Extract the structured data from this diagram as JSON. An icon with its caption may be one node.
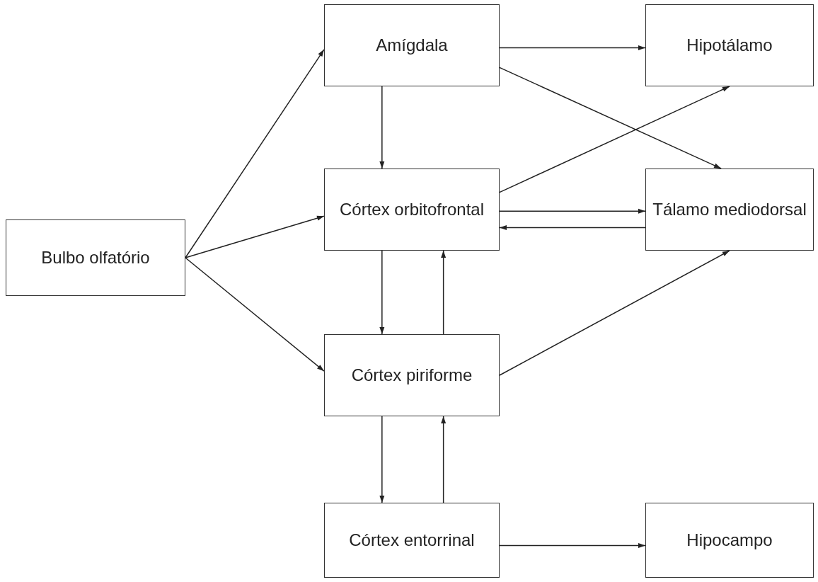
{
  "diagram": {
    "nodes": [
      {
        "text": [
          "Bulbo olfatório"
        ]
      },
      {
        "text": [
          "Amígdala"
        ]
      },
      {
        "text": [
          "Hipotálamo"
        ]
      },
      {
        "text": [
          "Córtex orbitofrontal"
        ]
      },
      {
        "text": [
          "Tálamo mediodorsal"
        ]
      },
      {
        "text": [
          "Córtex piriforme"
        ]
      },
      {
        "text": [
          "Córtex entorrinal"
        ]
      },
      {
        "text": [
          "Hipocampo"
        ]
      }
    ],
    "edges": [
      {
        "from": 0,
        "to": 1,
        "arrow": "to"
      },
      {
        "from": 0,
        "to": 3,
        "arrow": "to"
      },
      {
        "from": 0,
        "to": 5,
        "arrow": "to"
      },
      {
        "from": 1,
        "to": 2,
        "arrow": "to"
      },
      {
        "from": 1,
        "to": 4,
        "arrow": "to"
      },
      {
        "from": 1,
        "to": 3,
        "arrow": "to"
      },
      {
        "from": 3,
        "to": 2,
        "arrow": "to"
      },
      {
        "from": 3,
        "to": 4,
        "arrow": "to"
      },
      {
        "from": 4,
        "to": 3,
        "arrow": "to"
      },
      {
        "from": 3,
        "to": 5,
        "arrow": "to"
      },
      {
        "from": 5,
        "to": 3,
        "arrow": "to"
      },
      {
        "from": 5,
        "to": 4,
        "arrow": "to"
      },
      {
        "from": 5,
        "to": 6,
        "arrow": "to"
      },
      {
        "from": 6,
        "to": 5,
        "arrow": "to"
      },
      {
        "from": 6,
        "to": 7,
        "arrow": "to"
      }
    ]
  }
}
